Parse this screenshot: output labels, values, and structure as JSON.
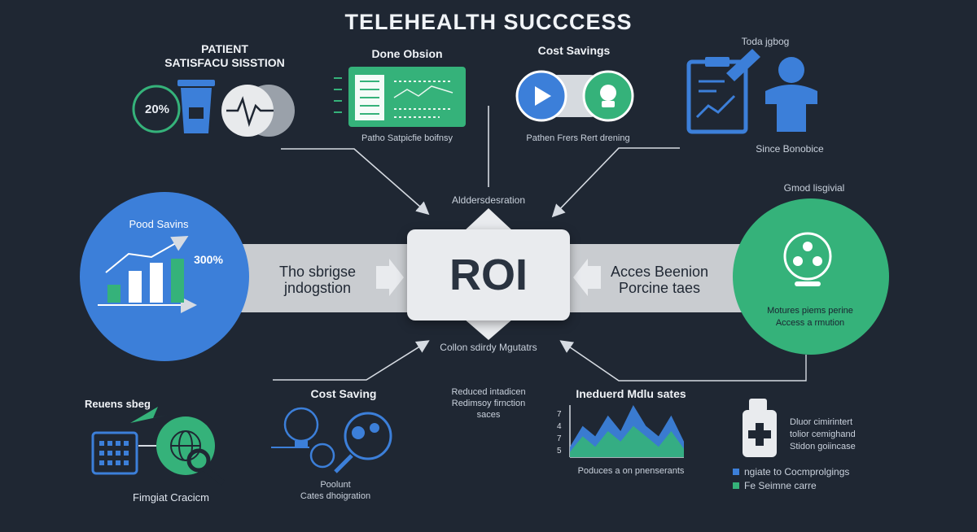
{
  "title": "TELEHEALTH SUCCCESS",
  "top": {
    "patient_satisfaction": {
      "heading_line1": "PATIENT",
      "heading_line2": "SATISFACU SISSTION",
      "stat": "20%"
    },
    "done": {
      "heading": "Done Obsion",
      "caption": "Patho Satpicfie boifnsy"
    },
    "cost": {
      "heading": "Cost Savings",
      "caption": "Pathen Frers Rert drening"
    },
    "right": {
      "heading": "Toda jgbog",
      "caption": "Since Bonobice"
    }
  },
  "center": {
    "roi": "ROI",
    "label_top": "Alddersdesration",
    "label_bottom": "Collon sdirdy Mgutatrs"
  },
  "left_circle": {
    "heading": "Pood Savins",
    "stat": "300%"
  },
  "left_band": {
    "line1": "Tho sbrigse",
    "line2": "jndogstion"
  },
  "right_band": {
    "line1": "Acces Beenion",
    "line2": "Porcine taes"
  },
  "right_circle": {
    "above": "Gmod lisgivial",
    "line1": "Motures piems perine",
    "line2": "Access a rmution"
  },
  "bottom": {
    "refresh": {
      "heading": "Reuens sbeg",
      "caption": "Fimgiat Cracicm"
    },
    "cost_saving": {
      "heading": "Cost Saving",
      "caption1": "Poolunt",
      "caption2": "Cates dhoigration"
    },
    "reduced": {
      "line1": "Reduced intadicen",
      "line2": "Redimsoy firnction",
      "line3": "saces"
    },
    "measures": {
      "heading": "Ineduerd Mdlu sates",
      "caption": "Poduces a on pnenserants",
      "ticks": [
        "7",
        "4",
        "7",
        "5"
      ]
    },
    "right": {
      "line1": "Dluor cimirintert",
      "line2": "tolior cemighand",
      "line3": "Stidon goiincase"
    },
    "legend": [
      {
        "label": "ngiate to Cocmprolgings",
        "color": "#3c7fd9"
      },
      {
        "label": "Fe Seimne carre",
        "color": "#35b27a"
      }
    ]
  },
  "colors": {
    "background": "#1f2733",
    "blue": "#3c7fd9",
    "green": "#35b27a",
    "band": "#c9ccd0",
    "roi": "#e9ebee"
  },
  "chart_data": {
    "type": "area",
    "title": "Ineduerd Mdlu sates",
    "yticks": [
      "7",
      "4",
      "7",
      "5"
    ],
    "series": [
      {
        "values": [
          1,
          3,
          2,
          4,
          2.5,
          5,
          3,
          2,
          4,
          1.5
        ]
      },
      {
        "values": [
          0.5,
          2,
          1,
          2.5,
          1.5,
          3,
          2,
          1,
          2.5,
          0.8
        ]
      }
    ]
  }
}
